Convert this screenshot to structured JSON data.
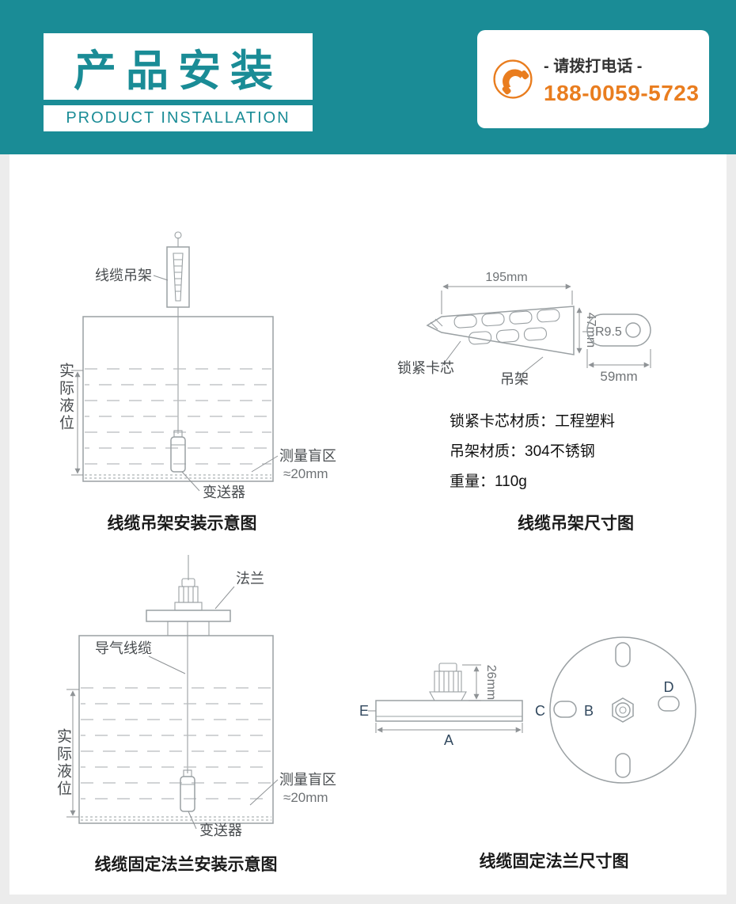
{
  "header": {
    "title": "产品安装",
    "subtitle": "PRODUCT INSTALLATION",
    "phone_label": "- 请拨打电话 -",
    "phone_number": "188-0059-5723"
  },
  "colors": {
    "teal": "#1a8c96",
    "orange": "#e97d1f"
  },
  "hanger_install": {
    "caption": "线缆吊架安装示意图",
    "cable_hanger": "线缆吊架",
    "actual_level": "实际液位",
    "blind_zone": "测量盲区",
    "blind_zone_value": "≈20mm",
    "transmitter": "变送器"
  },
  "hanger_dims": {
    "caption": "线缆吊架尺寸图",
    "length": "195mm",
    "height": "47mm",
    "radius": "R9.5",
    "end_width": "59mm",
    "lock_core": "锁紧卡芯",
    "hanger": "吊架",
    "specs": [
      "锁紧卡芯材质：工程塑料",
      "吊架材质：304不锈钢",
      "重量：110g"
    ]
  },
  "flange_install": {
    "caption": "线缆固定法兰安装示意图",
    "flange": "法兰",
    "air_cable": "导气线缆",
    "actual_level": "实际液位",
    "blind_zone": "测量盲区",
    "blind_zone_value": "≈20mm",
    "transmitter": "变送器"
  },
  "flange_dims": {
    "caption": "线缆固定法兰尺寸图",
    "gland_height": "26mm",
    "a": "A",
    "b": "B",
    "c": "C",
    "d": "D",
    "e": "E"
  }
}
